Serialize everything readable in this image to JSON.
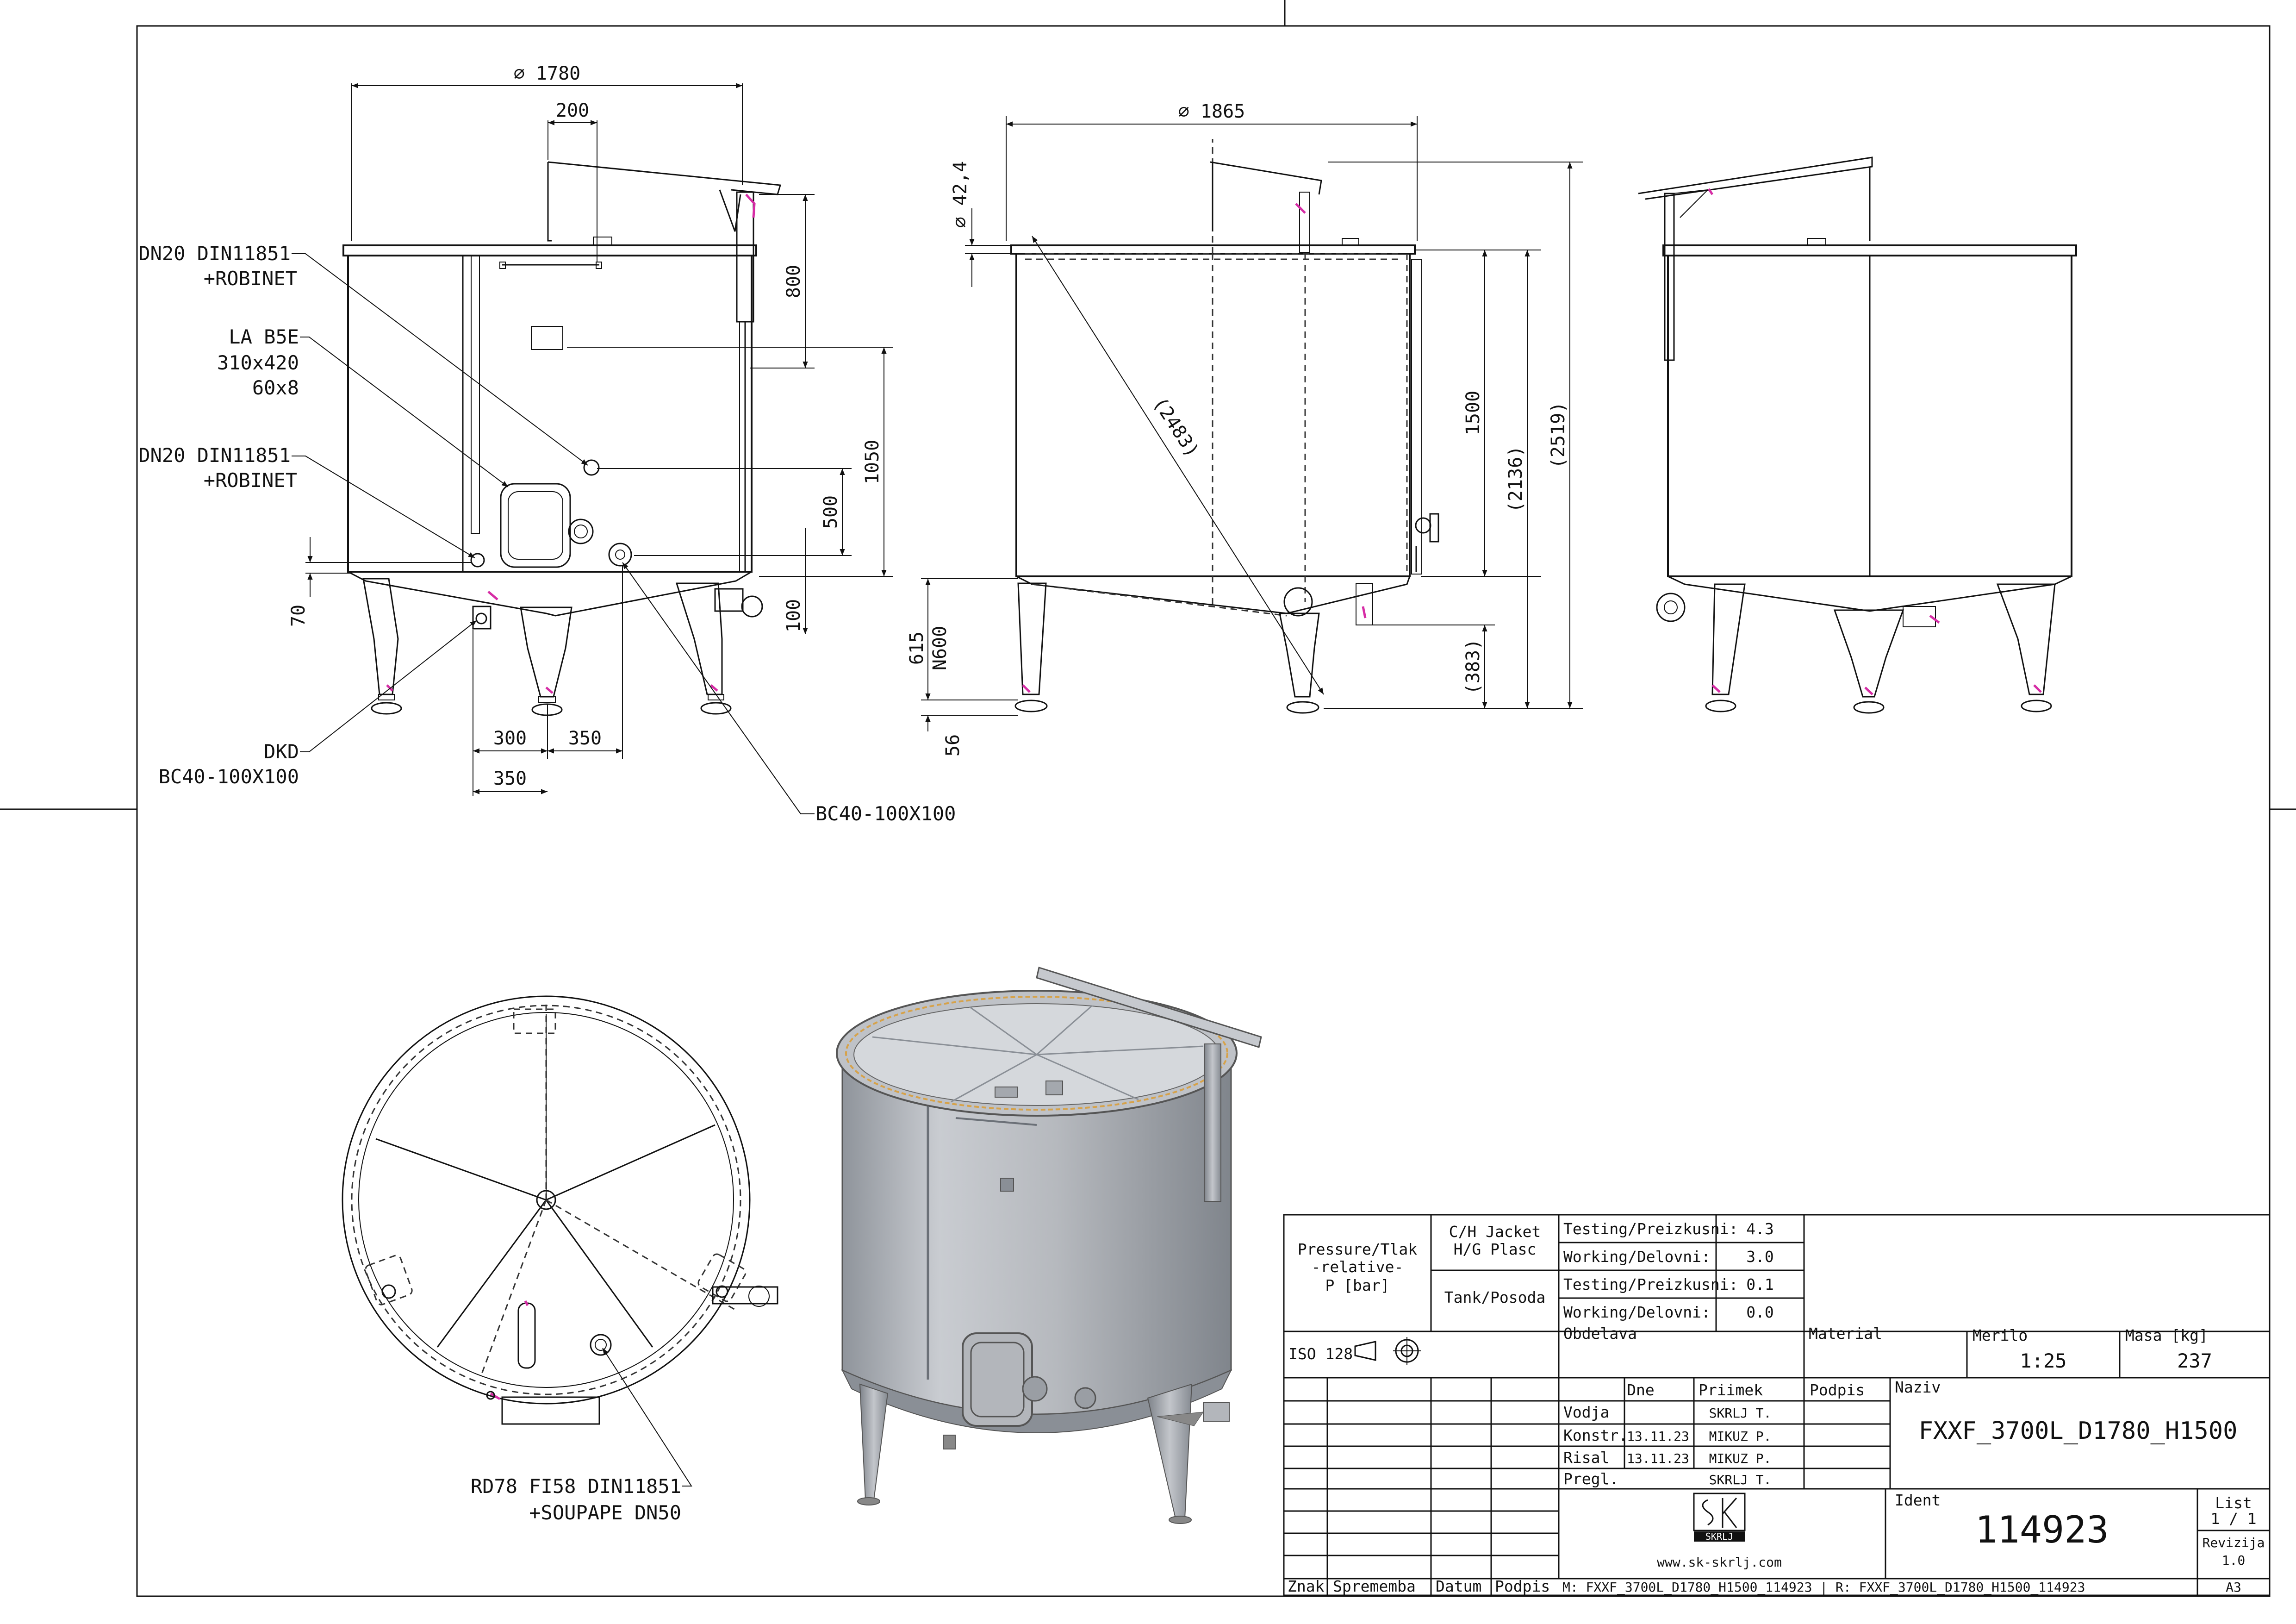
{
  "views": {
    "front": {
      "dims": {
        "diameter": "1780",
        "offset_top": "200",
        "h_800": "800",
        "h_1050": "1050",
        "h_500": "500",
        "h_100": "100",
        "h_70": "70",
        "w_300": "300",
        "w_350a": "350",
        "w_350b": "350"
      },
      "callouts": {
        "dn20_top": [
          "DN20 DIN11851",
          "+ROBINET"
        ],
        "manhole": [
          "LA B5E",
          "310x420",
          "60x8"
        ],
        "dn20_bottom": [
          "DN20 DIN11851",
          "+ROBINET"
        ],
        "dkd": [
          "DKD",
          "BC40-100X100"
        ],
        "outlet": "BC40-100X100"
      }
    },
    "section": {
      "dims": {
        "diameter": "1865",
        "pipe": "42,4",
        "diag": "(2483)",
        "h_1500": "1500",
        "h_2136": "(2136)",
        "h_2519": "(2519)",
        "h_383": "(383)",
        "legs": [
          "615",
          "N600"
        ],
        "h_56": "56"
      }
    },
    "top": {
      "callout": [
        "RD78 FI58 DIN11851",
        "+SOUPAPE DN50"
      ]
    }
  },
  "title_block": {
    "pressure_label": [
      "Pressure/Tlak",
      "-relative-",
      "P [bar]"
    ],
    "jacket_label": [
      "C/H Jacket",
      "H/G Plasc"
    ],
    "tank_label": "Tank/Posoda",
    "pressure_rows": [
      {
        "label": "Testing/Preizkusni:",
        "value": "4.3"
      },
      {
        "label": "Working/Delovni:",
        "value": "3.0"
      },
      {
        "label": "Testing/Preizkusni:",
        "value": "0.1"
      },
      {
        "label": "Working/Delovni:",
        "value": "0.0"
      }
    ],
    "iso": "ISO 128",
    "obdelava": "Obdelava",
    "material": "Material",
    "merilo_label": "Merilo",
    "merilo": "1:25",
    "masa_label": "Masa [kg]",
    "masa": "237",
    "head": {
      "dne": "Dne",
      "priimek": "Priimek",
      "podpis": "Podpis"
    },
    "people": [
      {
        "role": "Vodja",
        "date": "",
        "name": "SKRLJ T."
      },
      {
        "role": "Konstr.",
        "date": "13.11.23",
        "name": "MIKUZ P."
      },
      {
        "role": "Risal",
        "date": "13.11.23",
        "name": "MIKUZ P."
      },
      {
        "role": "Pregl.",
        "date": "",
        "name": "SKRLJ T."
      }
    ],
    "naziv_label": "Naziv",
    "naziv": "FXXF_3700L_D1780_H1500",
    "ident_label": "Ident",
    "ident": "114923",
    "list_label": "List",
    "list": "1 / 1",
    "revizija_label": "Revizija",
    "revizija": "1.0",
    "format": "A3",
    "website": "www.sk-skrlj.com",
    "logo_text": "SKRLJ",
    "footer": {
      "znak": "Znak",
      "sprememba": "Sprememba",
      "datum": "Datum",
      "podpis": "Podpis"
    },
    "file_ref": "M: FXXF_3700L_D1780_H1500_114923 | R: FXXF_3700L_D1780_H1500_114923"
  }
}
